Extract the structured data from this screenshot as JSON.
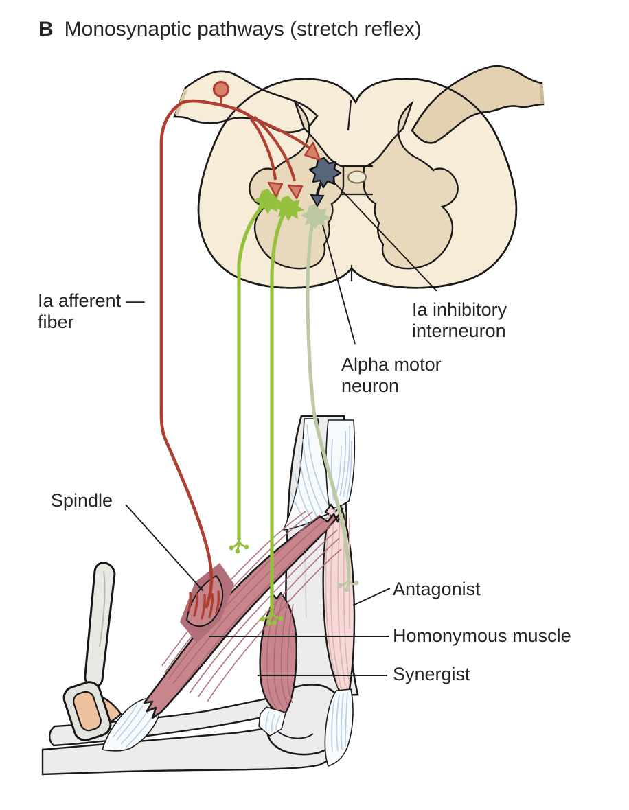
{
  "figure": {
    "panel": "B",
    "title": "Monosynaptic pathways (stretch reflex)"
  },
  "labels": {
    "ia_afferent_line1": "Ia afferent —",
    "ia_afferent_line2": "fiber",
    "ia_inhibitory_line1": "Ia inhibitory",
    "ia_inhibitory_line2": "interneuron",
    "alpha_motor_line1": "Alpha motor",
    "alpha_motor_line2": "neuron",
    "spindle": "Spindle",
    "antagonist": "Antagonist",
    "homonymous_muscle": "Homonymous muscle",
    "synergist": "Synergist"
  },
  "colors": {
    "afferent_red": "#ae3f31",
    "terminal_salmon": "#d5826a",
    "motor_green": "#95c13e",
    "faded_green": "#bcc9a4",
    "interneuron_blue": "#56677b",
    "cord_cream": "#f6ecd8",
    "gray_matter_tan": "#e9d9bc",
    "root_dark_tan": "#e3d1b2",
    "muscle_red": "#c8868c",
    "muscle_stria": "#ab6b74",
    "spindle_dark": "#b06f79",
    "antagonist_pink": "#f4d9d6",
    "bone_gray": "#ececec",
    "tendon_blue": "#b8cfe4",
    "hammer_tan": "#eec29e",
    "outline": "#1b1b1b"
  }
}
